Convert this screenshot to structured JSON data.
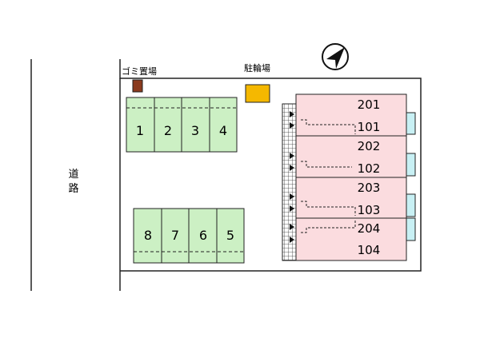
{
  "labels": {
    "road": "道\n路",
    "garbage": "ゴミ置場",
    "bicycle": "駐輪場"
  },
  "parking_top": [
    "1",
    "2",
    "3",
    "4"
  ],
  "parking_bottom": [
    "8",
    "7",
    "6",
    "5"
  ],
  "rooms": [
    {
      "upper": "201",
      "lower": "101"
    },
    {
      "upper": "202",
      "lower": "102"
    },
    {
      "upper": "203",
      "lower": "103"
    },
    {
      "upper": "204",
      "lower": "104"
    }
  ],
  "colors": {
    "parking_fill": "#ccf0c4",
    "building_fill": "#fbdcdf",
    "balcony_fill": "#c8f0f4",
    "bicycle_fill": "#f5b800",
    "garbage_fill": "#8a3a1e",
    "line": "#222222"
  },
  "icons": {
    "north": "north-arrow-icon"
  }
}
